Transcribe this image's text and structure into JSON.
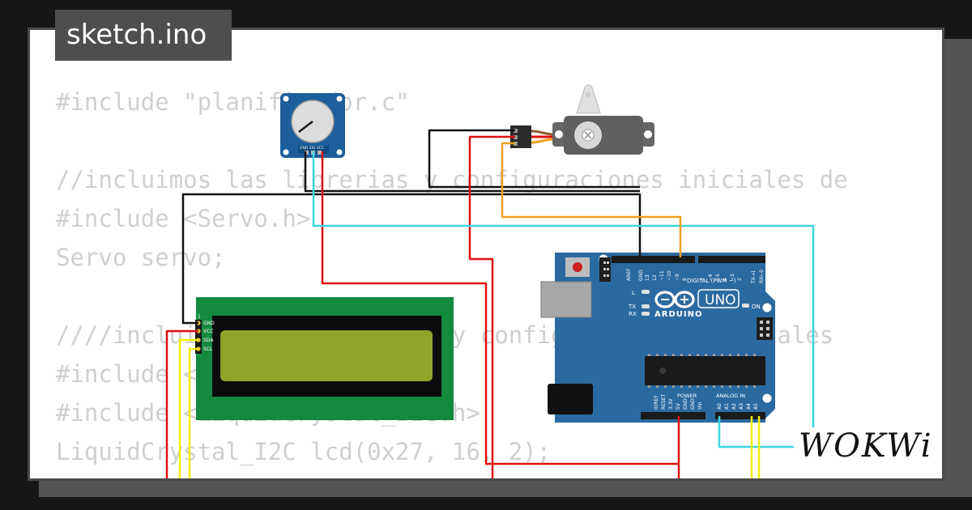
{
  "title": "sketch.ino",
  "brand": "WOKWi",
  "code_lines": [
    "#include \"planificador.c\"",
    "",
    "//incluimos las librerias y configuraciones iniciales de",
    "#include <Servo.h>",
    "Servo servo;",
    "",
    "////incluimos las librerias y configuraciones iniciales",
    "#include <Wire.h>",
    "#include <LiquidCrystal_I2C.h>",
    "LiquidCrystal_I2C lcd(0x27, 16, 2);"
  ],
  "arduino": {
    "brand_text": "ARDUINO",
    "model": "UNO",
    "on_label": "ON",
    "led_l": "L",
    "led_tx": "TX",
    "led_rx": "RX",
    "digital_label": "DIGITAL (PWM ~)",
    "power_label": "POWER",
    "analog_label": "ANALOG IN",
    "top_pins": [
      "AREF",
      "GND",
      "13",
      "12",
      "~11",
      "~10",
      "~9",
      "8",
      "7",
      "~6",
      "~5",
      "4",
      "~3",
      "2",
      "TX→1",
      "RX←0"
    ],
    "power_pins": [
      "IOREF",
      "RESET",
      "3.3V",
      "5V",
      "GND",
      "GND",
      "Vin"
    ],
    "analog_pins": [
      "A0",
      "A1",
      "A2",
      "A3",
      "A4",
      "A5"
    ]
  },
  "lcd": {
    "pins": [
      "GND",
      "VCC",
      "SDA",
      "SCL"
    ],
    "pin1_label": "1"
  },
  "potentiometer": {
    "pins": "GND SIG VCC"
  },
  "colors": {
    "wire_black": "#111111",
    "wire_red": "#e01010",
    "wire_cyan": "#3ad6e0",
    "wire_orange": "#f0a020",
    "wire_yellow": "#f2ee10",
    "arduino_blue": "#2b6aa0",
    "lcd_green": "#138a3e",
    "lcd_screen": "#8fa52a",
    "pot_blue": "#1c5f9c",
    "servo_gray": "#5f5f5f"
  }
}
